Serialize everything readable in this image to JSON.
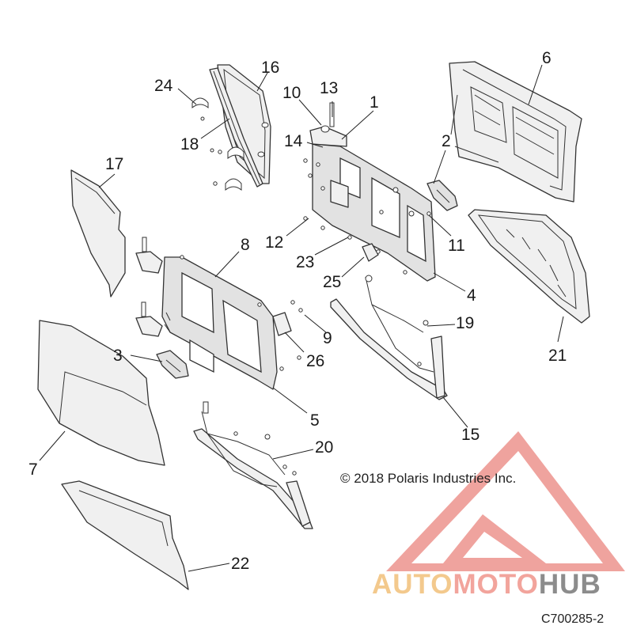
{
  "callouts": {
    "c1": "1",
    "c2": "2",
    "c3": "3",
    "c4": "4",
    "c5": "5",
    "c6": "6",
    "c7": "7",
    "c8": "8",
    "c9": "9",
    "c10": "10",
    "c11": "11",
    "c12": "12",
    "c13": "13",
    "c14": "14",
    "c15": "15",
    "c16": "16",
    "c17": "17",
    "c18": "18",
    "c19": "19",
    "c20": "20",
    "c21": "21",
    "c22": "22",
    "c23": "23",
    "c24": "24",
    "c25": "25",
    "c26": "26"
  },
  "copyright": "© 2018 Polaris Industries Inc.",
  "diagram_code": "C700285-2",
  "watermark": {
    "auto": "AUTO",
    "moto": "MOTO",
    "hub": "HUB",
    "colors": {
      "triangle": "#e9847e",
      "auto": "#f3c98d",
      "moto": "#f2a49c",
      "hub": "#8c8c8c"
    }
  }
}
